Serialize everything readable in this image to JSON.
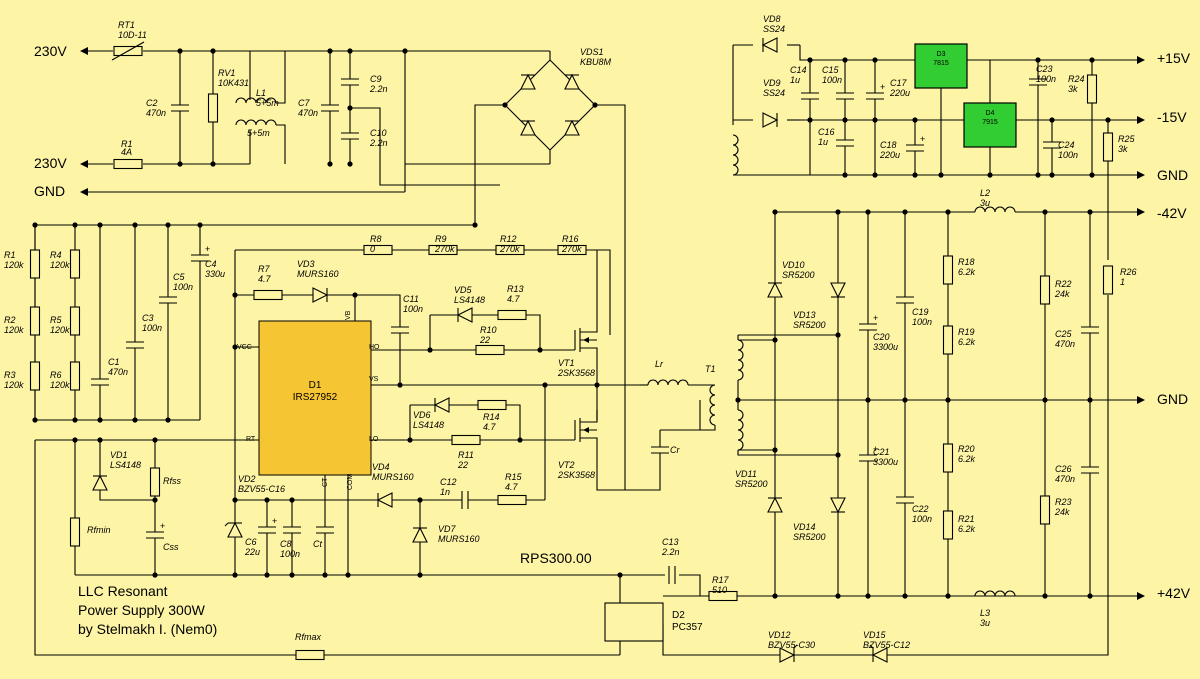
{
  "rails": {
    "in_230v_top": "230V",
    "in_230v_bottom": "230V",
    "in_gnd": "GND",
    "out_p15": "+15V",
    "out_m15": "-15V",
    "out_gnd_top": "GND",
    "out_m42": "-42V",
    "out_gnd_mid": "GND",
    "out_p42": "+42V"
  },
  "title": {
    "line1": "LLC Resonant",
    "line2": "Power Supply 300W",
    "line3": "by Stelmakh I. (Nem0)"
  },
  "model": "RPS300.00",
  "ics": {
    "d1": {
      "ref": "D1",
      "part": "IRS27952",
      "pins": {
        "vcc": "VCC",
        "vb": "VB",
        "ho": "HO",
        "vs": "VS",
        "lo": "LO",
        "rt": "RT",
        "ct": "CT",
        "com": "COM"
      }
    },
    "d3": {
      "ref": "D3",
      "part": "7815"
    },
    "d4": {
      "ref": "D4",
      "part": "7915"
    },
    "d2": {
      "ref": "D2",
      "part": "PC357"
    }
  },
  "labels": {
    "rt1": "RT1",
    "rt1_v": "10D-11",
    "rv1": "RV1",
    "rv1_v": "10K431",
    "c2": "C2",
    "c2_v": "470n",
    "r1f": "R1",
    "r1f_v": "4A",
    "l1": "L1",
    "l1_v": "5+5m",
    "c7": "C7",
    "c7_v": "470n",
    "c9": "C9",
    "c9_v": "2.2n",
    "c10": "C10",
    "c10_v": "2.2n",
    "vds1": "VDS1",
    "vds1_v": "KBU8M",
    "r1": "R1",
    "r1_v": "120k",
    "r2": "R2",
    "r2_v": "120k",
    "r3": "R3",
    "r3_v": "120k",
    "r4": "R4",
    "r4_v": "120k",
    "r5": "R5",
    "r5_v": "120k",
    "r6": "R6",
    "r6_v": "120k",
    "c1": "C1",
    "c1_v": "470n",
    "c3": "C3",
    "c3_v": "100n",
    "c5": "C5",
    "c5_v": "100n",
    "c4": "C4",
    "c4_v": "330u",
    "r8": "R8",
    "r8_v": "0",
    "r9": "R9",
    "r9_v": "270k",
    "r12": "R12",
    "r12_v": "270k",
    "r16": "R16",
    "r16_v": "270k",
    "r7": "R7",
    "r7_v": "4.7",
    "vd3": "VD3",
    "vd3_v": "MURS160",
    "c11": "C11",
    "c11_v": "100n",
    "vd5": "VD5",
    "vd5_v": "LS4148",
    "r13": "R13",
    "r13_v": "4.7",
    "r10": "R10",
    "r10_v": "22",
    "vt1": "VT1",
    "vt1_v": "2SK3568",
    "vd6": "VD6",
    "vd6_v": "LS4148",
    "r14": "R14",
    "r14_v": "4.7",
    "r11": "R11",
    "r11_v": "22",
    "vt2": "VT2",
    "vt2_v": "2SK3568",
    "vd1": "VD1",
    "vd1_v": "LS4148",
    "rfss": "Rfss",
    "rfmin": "Rfmin",
    "css": "Css",
    "vd2": "VD2",
    "vd2_v": "BZV55-C16",
    "c6": "C6",
    "c6_v": "22u",
    "c8": "C8",
    "c8_v": "100n",
    "ct": "Ct",
    "vd4": "VD4",
    "vd4_v": "MURS160",
    "c12": "C12",
    "c12_v": "1n",
    "r15": "R15",
    "r15_v": "4.7",
    "vd7": "VD7",
    "vd7_v": "MURS160",
    "lr": "Lr",
    "cr": "Cr",
    "t1": "T1",
    "c13": "C13",
    "c13_v": "2.2n",
    "r17": "R17",
    "r17_v": "510",
    "rfmax": "Rfmax",
    "vd8": "VD8",
    "vd8_v": "SS24",
    "vd9": "VD9",
    "vd9_v": "SS24",
    "c14": "C14",
    "c14_v": "1u",
    "c15": "C15",
    "c15_v": "100n",
    "c16": "C16",
    "c16_v": "1u",
    "c17": "C17",
    "c17_v": "220u",
    "c18": "C18",
    "c18_v": "220u",
    "c23": "C23",
    "c23_v": "100n",
    "c24": "C24",
    "c24_v": "100n",
    "r24": "R24",
    "r24_v": "3k",
    "r25": "R25",
    "r25_v": "3k",
    "l2": "L2",
    "l2_v": "3u",
    "l3": "L3",
    "l3_v": "3u",
    "vd10": "VD10",
    "vd10_v": "SR5200",
    "vd11": "VD11",
    "vd11_v": "SR5200",
    "vd13": "VD13",
    "vd13_v": "SR5200",
    "vd14": "VD14",
    "vd14_v": "SR5200",
    "c20": "C20",
    "c20_v": "3300u",
    "c21": "C21",
    "c21_v": "3300u",
    "c19": "C19",
    "c19_v": "100n",
    "c22": "C22",
    "c22_v": "100n",
    "r18": "R18",
    "r18_v": "6.2k",
    "r19": "R19",
    "r19_v": "6.2k",
    "r20": "R20",
    "r20_v": "6.2k",
    "r21": "R21",
    "r21_v": "6.2k",
    "r22": "R22",
    "r22_v": "24k",
    "r23": "R23",
    "r23_v": "24k",
    "c25": "C25",
    "c25_v": "470n",
    "c26": "C26",
    "c26_v": "470n",
    "r26": "R26",
    "r26_v": "1",
    "vd12": "VD12",
    "vd12_v": "BZV55-C30",
    "vd15": "VD15",
    "vd15_v": "BZV55-C12"
  }
}
